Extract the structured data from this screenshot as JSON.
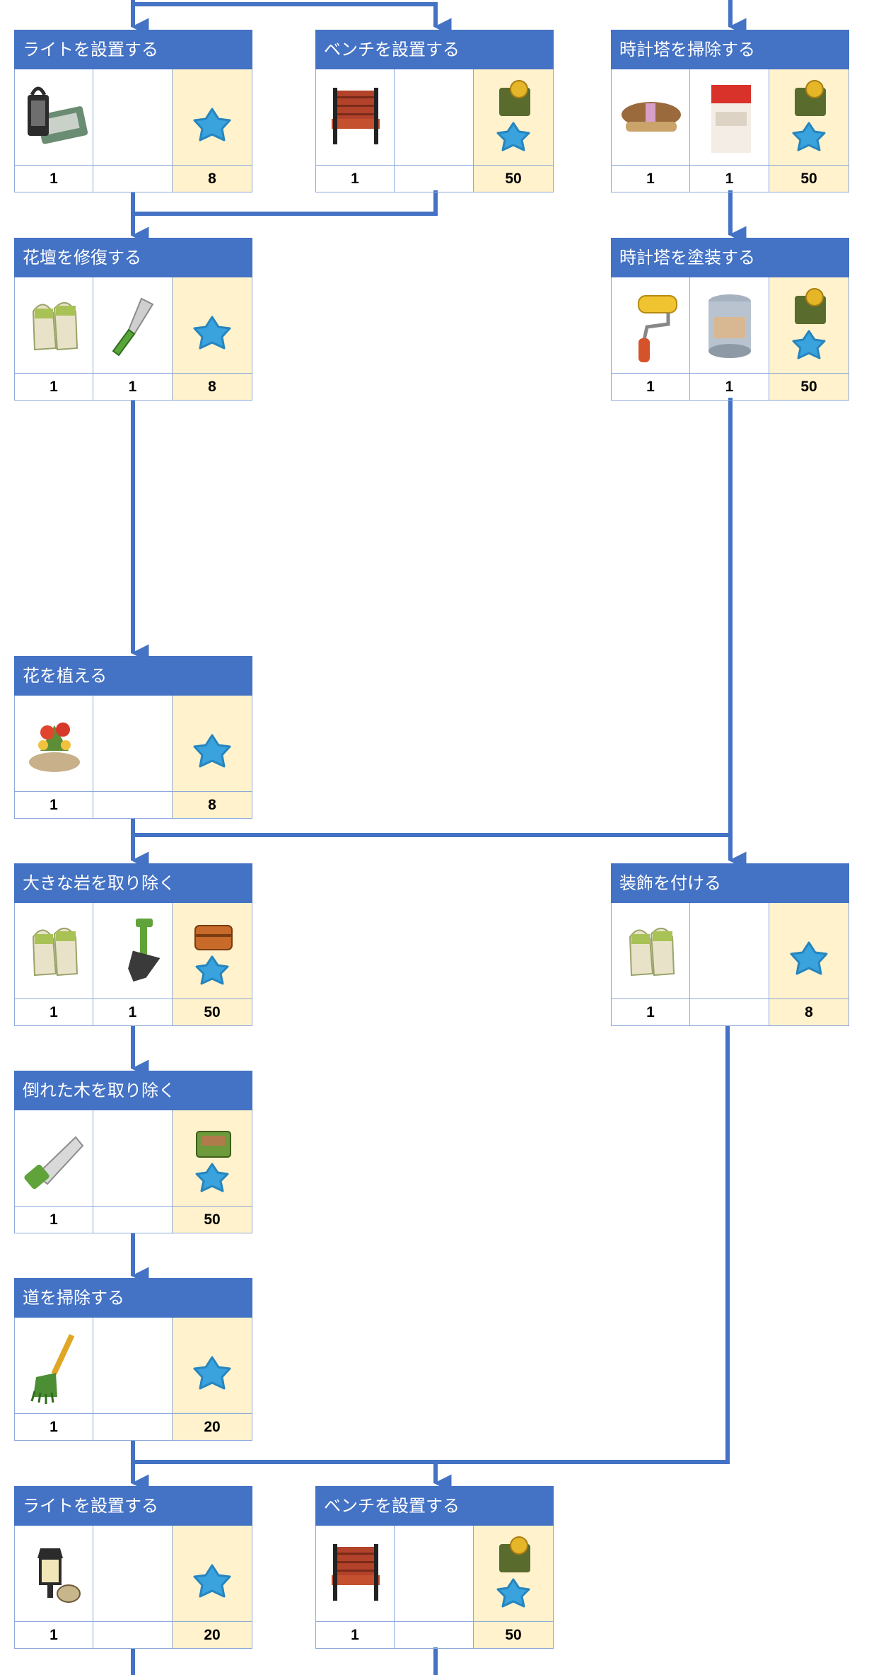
{
  "colors": {
    "header": "#4472c4",
    "connector": "#4472c4",
    "reward_bg": "#fff2cc",
    "border": "#8eaadb",
    "star": "#3aa2dc"
  },
  "cards": {
    "c1": {
      "title": "ライトを設置する",
      "icons": [
        "lantern-toolbox-icon",
        "",
        "star-icon"
      ],
      "counts": [
        "1",
        "",
        "8"
      ]
    },
    "c2": {
      "title": "ベンチを設置する",
      "icons": [
        "bench-icon",
        "",
        "coin-box-star-icon"
      ],
      "counts": [
        "1",
        "",
        "50"
      ]
    },
    "c3": {
      "title": "時計塔を掃除する",
      "icons": [
        "brush-icon",
        "detergent-box-icon",
        "coin-box-star-icon"
      ],
      "counts": [
        "1",
        "1",
        "50"
      ]
    },
    "c4": {
      "title": "花壇を修復する",
      "icons": [
        "gloves-icon",
        "knife-icon",
        "star-icon"
      ],
      "counts": [
        "1",
        "1",
        "8"
      ]
    },
    "c5": {
      "title": "時計塔を塗装する",
      "icons": [
        "paint-roller-icon",
        "paint-can-icon",
        "coin-box-star-icon"
      ],
      "counts": [
        "1",
        "1",
        "50"
      ]
    },
    "c6": {
      "title": "花を植える",
      "icons": [
        "flower-pot-icon",
        "",
        "star-icon"
      ],
      "counts": [
        "1",
        "",
        "8"
      ]
    },
    "c7": {
      "title": "大きな岩を取り除く",
      "icons": [
        "gloves-icon",
        "shovel-icon",
        "treasure-chest-star-icon"
      ],
      "counts": [
        "1",
        "1",
        "50"
      ]
    },
    "c8": {
      "title": "装飾を付ける",
      "icons": [
        "gloves-icon",
        "",
        "star-icon"
      ],
      "counts": [
        "1",
        "",
        "8"
      ]
    },
    "c9": {
      "title": "倒れた木を取り除く",
      "icons": [
        "saw-icon",
        "",
        "green-box-star-icon"
      ],
      "counts": [
        "1",
        "",
        "50"
      ]
    },
    "c10": {
      "title": "道を掃除する",
      "icons": [
        "rake-icon",
        "",
        "star-icon"
      ],
      "counts": [
        "1",
        "",
        "20"
      ]
    },
    "c11": {
      "title": "ライトを設置する",
      "icons": [
        "street-lamp-icon",
        "",
        "star-icon"
      ],
      "counts": [
        "1",
        "",
        "20"
      ]
    },
    "c12": {
      "title": "ベンチを設置する",
      "icons": [
        "bench-icon",
        "",
        "coin-box-star-icon"
      ],
      "counts": [
        "1",
        "",
        "50"
      ]
    }
  }
}
